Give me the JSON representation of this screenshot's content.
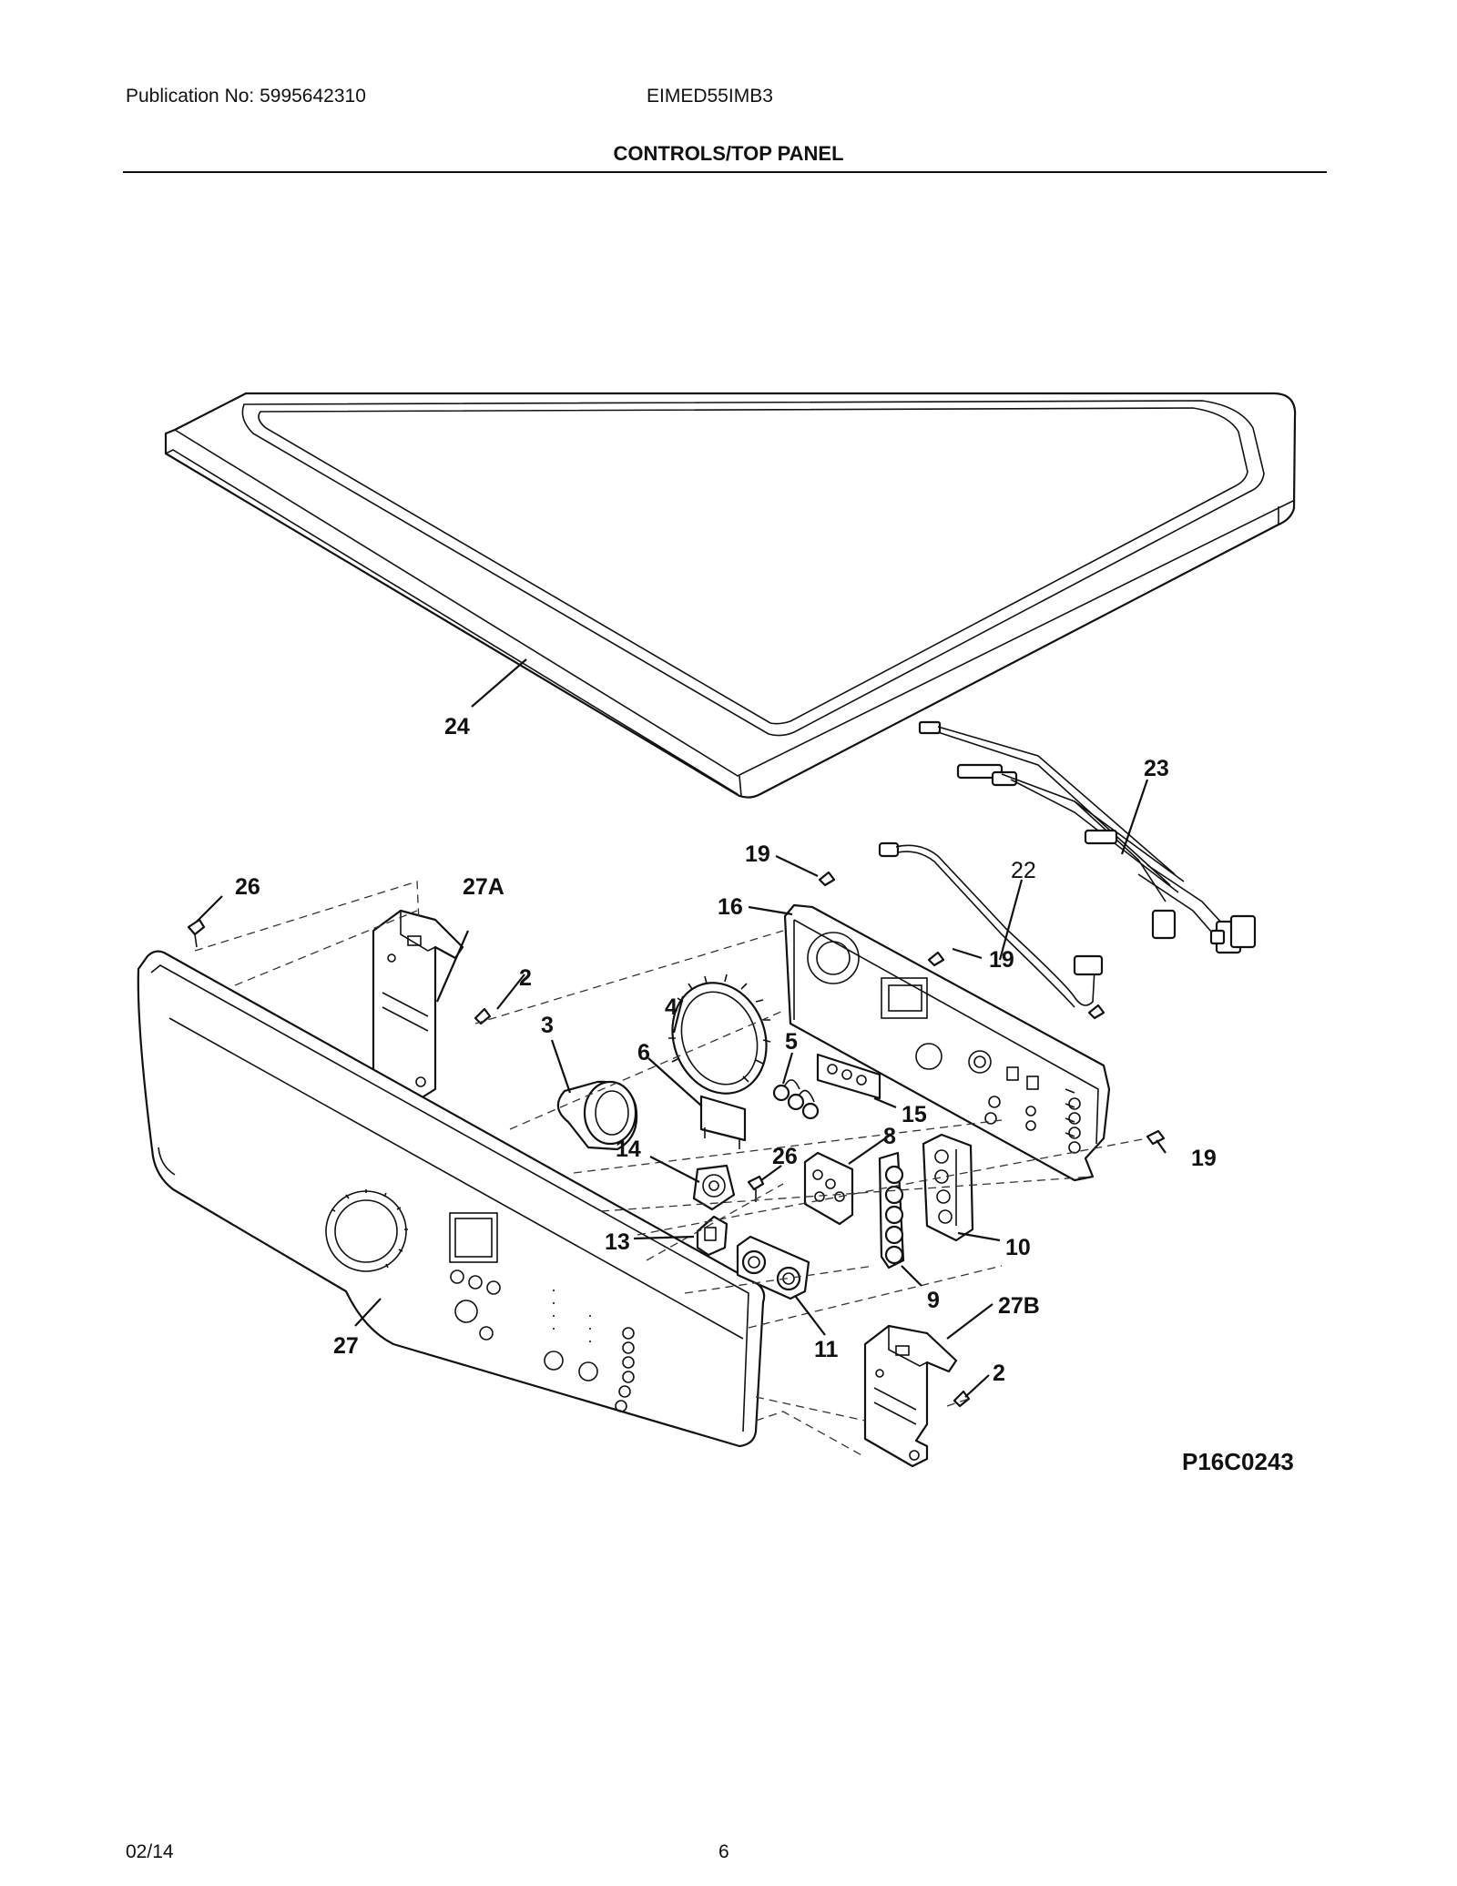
{
  "header": {
    "publication": "Publication No: 5995642310",
    "model": "EIMED55IMB3",
    "title": "CONTROLS/TOP PANEL"
  },
  "diagram": {
    "code": "P16C0243",
    "labels": {
      "l24": "24",
      "l23": "23",
      "l22": "22",
      "l19a": "19",
      "l19b": "19",
      "l19c": "19",
      "l16": "16",
      "l26a": "26",
      "l27A": "27A",
      "l2a": "2",
      "l3": "3",
      "l4": "4",
      "l6": "6",
      "l5": "5",
      "l15": "15",
      "l8": "8",
      "l14": "14",
      "l26b": "26",
      "l10": "10",
      "l13": "13",
      "l9": "9",
      "l27B": "27B",
      "l27": "27",
      "l11": "11",
      "l2b": "2"
    }
  },
  "footer": {
    "date": "02/14",
    "page": "6"
  }
}
